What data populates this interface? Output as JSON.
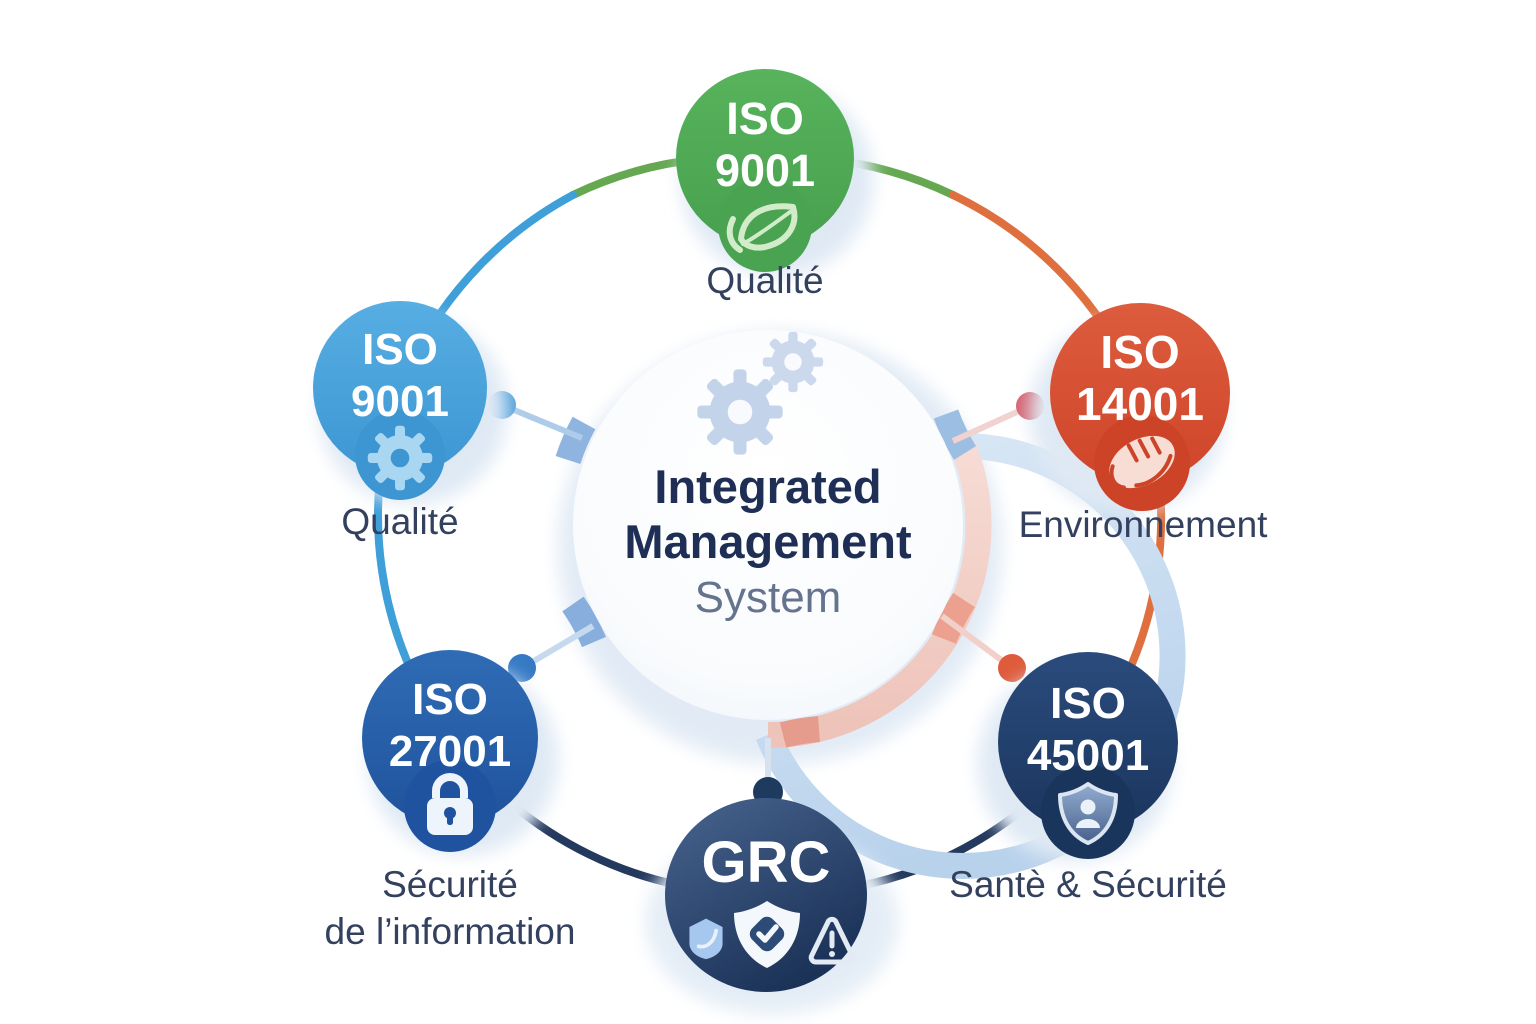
{
  "diagram_title": "Integrated Management System",
  "center": {
    "line1": "Integrated",
    "line2": "Management",
    "line3": "System",
    "icon": "gears-icon",
    "ring_left_color": "#c7dcf0",
    "ring_right_color": "#f2cfc7"
  },
  "nodes": {
    "top": {
      "title_line1": "ISO",
      "title_line2": "9001",
      "label": "Qualité",
      "color": "#4dab52",
      "icon": "leaf-icon"
    },
    "left": {
      "title_line1": "ISO",
      "title_line2": "9001",
      "label": "Qualité",
      "color": "#47a0d9",
      "icon": "gear-icon"
    },
    "right": {
      "title_line1": "ISO",
      "title_line2": "14001",
      "label": "Environnement",
      "color": "#d94f30",
      "icon": "hand-leaf-icon"
    },
    "bottom_left": {
      "title_line1": "ISO",
      "title_line2": "27001",
      "label_line1": "Sécurité",
      "label_line2": "de l’information",
      "color": "#2660a8",
      "icon": "padlock-icon"
    },
    "bottom_right": {
      "title_line1": "ISO",
      "title_line2": "45001",
      "label": "Santè & Sécurité",
      "color": "#203d66",
      "icon": "shield-person-icon"
    },
    "bottom": {
      "title": "GRC",
      "color": "#24395e",
      "icons": [
        "shield-leaf-icon",
        "shield-check-icon",
        "warning-triangle-icon"
      ]
    }
  },
  "arc_colors": {
    "green": "#66a851",
    "blue": "#3e9fd9",
    "orange": "#df6f3e",
    "navy": "#24395e"
  }
}
